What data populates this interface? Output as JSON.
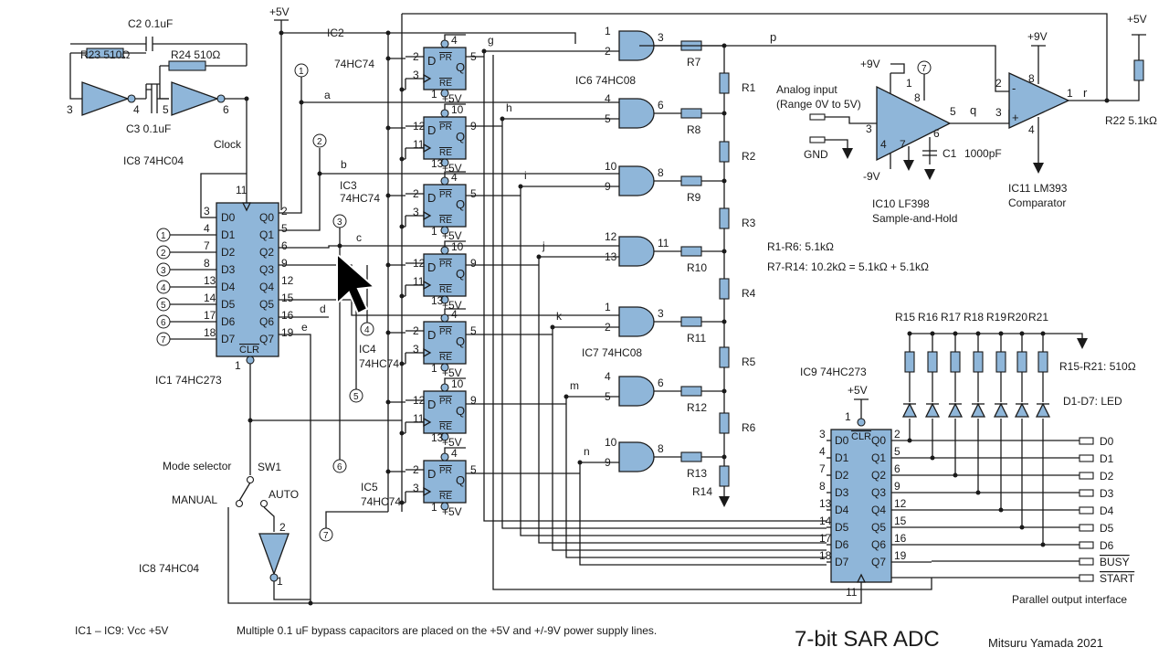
{
  "title": "7-bit SAR ADC",
  "author": "Mitsuru Yamada 2021",
  "notes": {
    "vcc": "IC1 – IC9: Vcc +5V",
    "bypass": "Multiple 0.1 uF bypass capacitors are placed on the +5V and +/-9V power supply lines."
  },
  "components": {
    "ic1": "IC1 74HC273",
    "ic2": "IC2",
    "ic2_part": "74HC74",
    "ic3": "IC3",
    "ic3_part": "74HC74",
    "ic4": "IC4",
    "ic4_part": "74HC74",
    "ic5": "IC5",
    "ic5_part": "74HC74",
    "ic6": "IC6 74HC08",
    "ic7": "IC7 74HC08",
    "ic8a": "IC8 74HC04",
    "ic8b": "IC8  74HC04",
    "ic9": "IC9 74HC273",
    "ic10": "IC10 LF398",
    "ic10_role": "Sample-and-Hold",
    "ic11": "IC11 LM393",
    "ic11_role": "Comparator"
  },
  "labels": {
    "clock": "Clock",
    "mode_selector": "Mode selector",
    "sw1": "SW1",
    "manual": "MANUAL",
    "auto": "AUTO",
    "analog_input": "Analog input",
    "analog_range": "(Range 0V to 5V)",
    "gnd": "GND",
    "plus5v": "+5V",
    "plus9v": "+9V",
    "minus9v": "-9V",
    "c1": "C1",
    "c1_val": "1000pF",
    "c2": "C2 0.1uF",
    "c3": "C3  0.1uF",
    "r23": "R23  510Ω",
    "r24": "R24  510Ω",
    "r22": "R22 5.1kΩ",
    "r_ladder_note": "R1-R6:  5.1kΩ",
    "r_series_note": "R7-R14:  10.2kΩ = 5.1kΩ + 5.1kΩ",
    "led_res_note": "R15-R21: 510Ω",
    "led_note": "D1-D7: LED",
    "parallel_if": "Parallel output interface",
    "node_p": "p",
    "node_q": "q",
    "node_r": "r"
  },
  "ic1_inputs": [
    "D0",
    "D1",
    "D2",
    "D3",
    "D4",
    "D5",
    "D6",
    "D7"
  ],
  "ic1_outputs": [
    "Q0",
    "Q1",
    "Q2",
    "Q3",
    "Q4",
    "Q5",
    "Q6",
    "Q7"
  ],
  "ic1_in_pins": [
    "3",
    "4",
    "7",
    "8",
    "13",
    "14",
    "17",
    "18"
  ],
  "ic1_out_pins": [
    "2",
    "5",
    "6",
    "9",
    "12",
    "15",
    "16",
    "19"
  ],
  "ic1_clk_pin": "11",
  "ic1_clr_pin": "1",
  "ic1_circles": [
    "1",
    "2",
    "3",
    "4",
    "5",
    "6",
    "7"
  ],
  "ic1_out_nets": [
    "a",
    "b",
    "c",
    "d",
    "e"
  ],
  "ic1_top_circles": [
    "1",
    "2"
  ],
  "ladder_resistors": [
    "R1",
    "R2",
    "R3",
    "R4",
    "R5",
    "R6",
    "R14"
  ],
  "series_resistors": [
    "R7",
    "R8",
    "R9",
    "R10",
    "R11",
    "R12",
    "R13"
  ],
  "gate_nets": [
    "g",
    "h",
    "i",
    "j",
    "k",
    "m",
    "n"
  ],
  "gate_in_pins": [
    [
      "1",
      "2"
    ],
    [
      "4",
      "5"
    ],
    [
      "10",
      "9"
    ],
    [
      "12",
      "13"
    ],
    [
      "1",
      "2"
    ],
    [
      "4",
      "5"
    ],
    [
      "10",
      "9"
    ]
  ],
  "gate_out_pins": [
    "3",
    "6",
    "8",
    "11",
    "3",
    "6",
    "8"
  ],
  "ff_pins": [
    {
      "d": "2",
      "ck": "3",
      "pr": "4",
      "q": "5",
      "re": "1"
    },
    {
      "d": "12",
      "ck": "11",
      "pr": "10",
      "q": "9",
      "re": "13"
    },
    {
      "d": "2",
      "ck": "3",
      "pr": "4",
      "q": "5",
      "re": "1"
    },
    {
      "d": "12",
      "ck": "11",
      "pr": "10",
      "q": "9",
      "re": "13"
    },
    {
      "d": "2",
      "ck": "3",
      "pr": "4",
      "q": "5",
      "re": "1"
    },
    {
      "d": "12",
      "ck": "11",
      "pr": "10",
      "q": "9",
      "re": "13"
    },
    {
      "d": "2",
      "ck": "3",
      "pr": "4",
      "q": "5",
      "re": "1"
    }
  ],
  "ff_text": {
    "d": "D",
    "pr": "PR",
    "q": "Q",
    "re": "RE"
  },
  "mid_circles": [
    "3",
    "4",
    "5",
    "6",
    "7"
  ],
  "ic9_inputs": [
    "D0",
    "D1",
    "D2",
    "D3",
    "D4",
    "D5",
    "D6",
    "D7"
  ],
  "ic9_outputs": [
    "Q0",
    "Q1",
    "Q2",
    "Q3",
    "Q4",
    "Q5",
    "Q6",
    "Q7"
  ],
  "ic9_in_pins": [
    "3",
    "4",
    "7",
    "8",
    "13",
    "14",
    "17",
    "18"
  ],
  "ic9_out_pins": [
    "2",
    "5",
    "6",
    "9",
    "12",
    "15",
    "16",
    "19"
  ],
  "ic9_clr_pin": "1",
  "ic9_clk_pin": "11",
  "led_resistors": [
    "R15",
    "R16",
    "R17",
    "R18",
    "R19",
    "R20",
    "R21"
  ],
  "outputs": [
    "D0",
    "D1",
    "D2",
    "D3",
    "D4",
    "D5",
    "D6",
    "BUSY",
    "START"
  ],
  "ic10_pins": {
    "in": "3",
    "out": "5",
    "vp": "1",
    "vm": "4",
    "ctl": "8",
    "ch": "6",
    "ref": "7",
    "circle": "7"
  },
  "ic11_pins": {
    "inv": "2",
    "ninv": "3",
    "out": "1",
    "vp": "8",
    "vm": "4"
  },
  "ic8a_pins": {
    "a": "3",
    "b": "4",
    "c": "5",
    "d": "6"
  },
  "ic8b_pins": {
    "in": "2",
    "out": "1"
  },
  "clr_label": "CLR",
  "icons": {
    "pointer": "mouse-cursor-arrow-icon"
  }
}
